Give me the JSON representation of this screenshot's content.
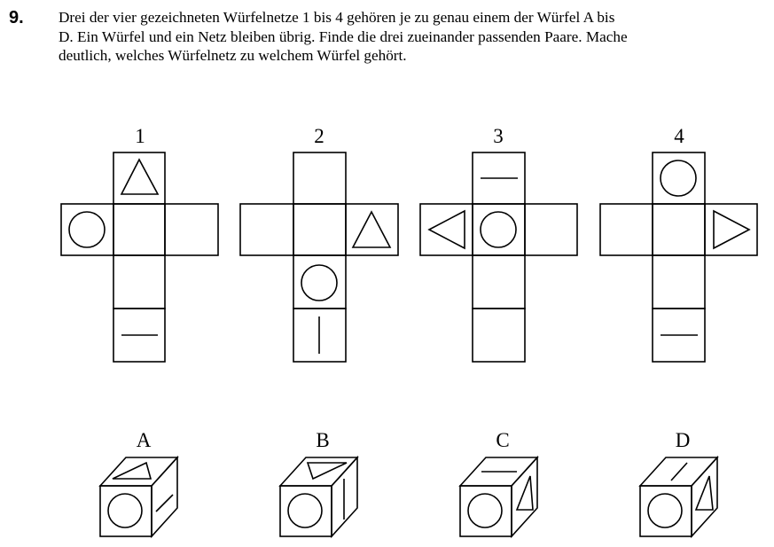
{
  "task": {
    "number": "9.",
    "lines": [
      "Drei der vier gezeichneten Würfelnetze 1 bis 4 gehören je zu genau einem der Würfel A bis",
      "D. Ein Würfel und ein Netz bleiben übrig. Finde die drei zueinander passenden Paare. Mache",
      "deutlich, welches Würfelnetz zu welchem Würfel gehört."
    ]
  },
  "nets": [
    {
      "label": "1"
    },
    {
      "label": "2"
    },
    {
      "label": "3"
    },
    {
      "label": "4"
    }
  ],
  "cubes": [
    {
      "label": "A"
    },
    {
      "label": "B"
    },
    {
      "label": "C"
    },
    {
      "label": "D"
    }
  ]
}
